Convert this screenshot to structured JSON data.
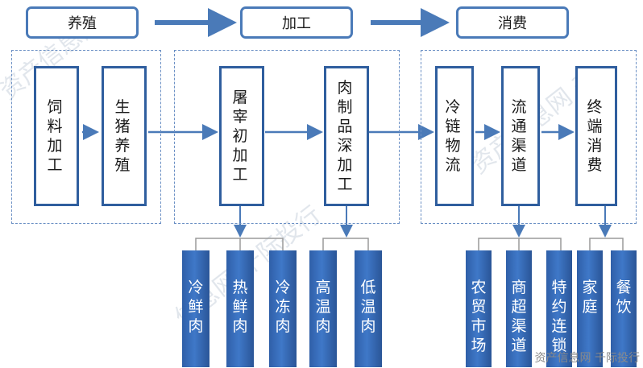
{
  "header": {
    "stage_1": "养殖",
    "stage_2": "加工",
    "stage_3": "消费"
  },
  "nodes": {
    "feed": "饲料加工",
    "breeding": "生猪养殖",
    "slaughter": "屠宰初加工",
    "deep": "肉制品深加工",
    "cold_chain": "冷链物流",
    "channel": "流通渠道",
    "terminal": "终端消费"
  },
  "leaves": {
    "chilled": "冷鲜肉",
    "hot": "热鲜肉",
    "frozen": "冷冻肉",
    "high_temp": "高温肉",
    "low_temp": "低温肉",
    "farmers_market": "农贸市场",
    "supermarket": "商超渠道",
    "franchise": "特约连锁",
    "household": "家庭",
    "catering": "餐饮"
  },
  "watermark": "资产信息网 千际投行",
  "colors": {
    "border": "#4a7ab8",
    "node_border": "#2f5e9e",
    "leaf_fill": "#3a6db8",
    "arrow": "#4a7ab8"
  }
}
